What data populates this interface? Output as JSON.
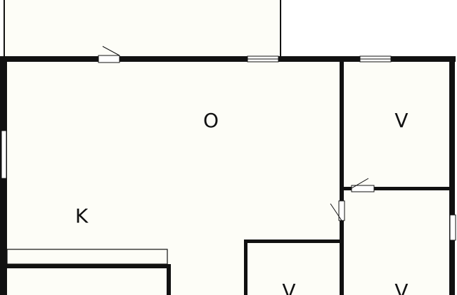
{
  "colors": {
    "wall": "#111111",
    "floor": "#fdfdf7",
    "background": "#ffffff",
    "window": "#ffffff"
  },
  "rooms": {
    "living_label": "O",
    "kitchen_label": "K",
    "bedroom_top_right_label": "V",
    "bedroom_bottom_right_label": "V",
    "bedroom_bottom_middle_label": "V"
  }
}
